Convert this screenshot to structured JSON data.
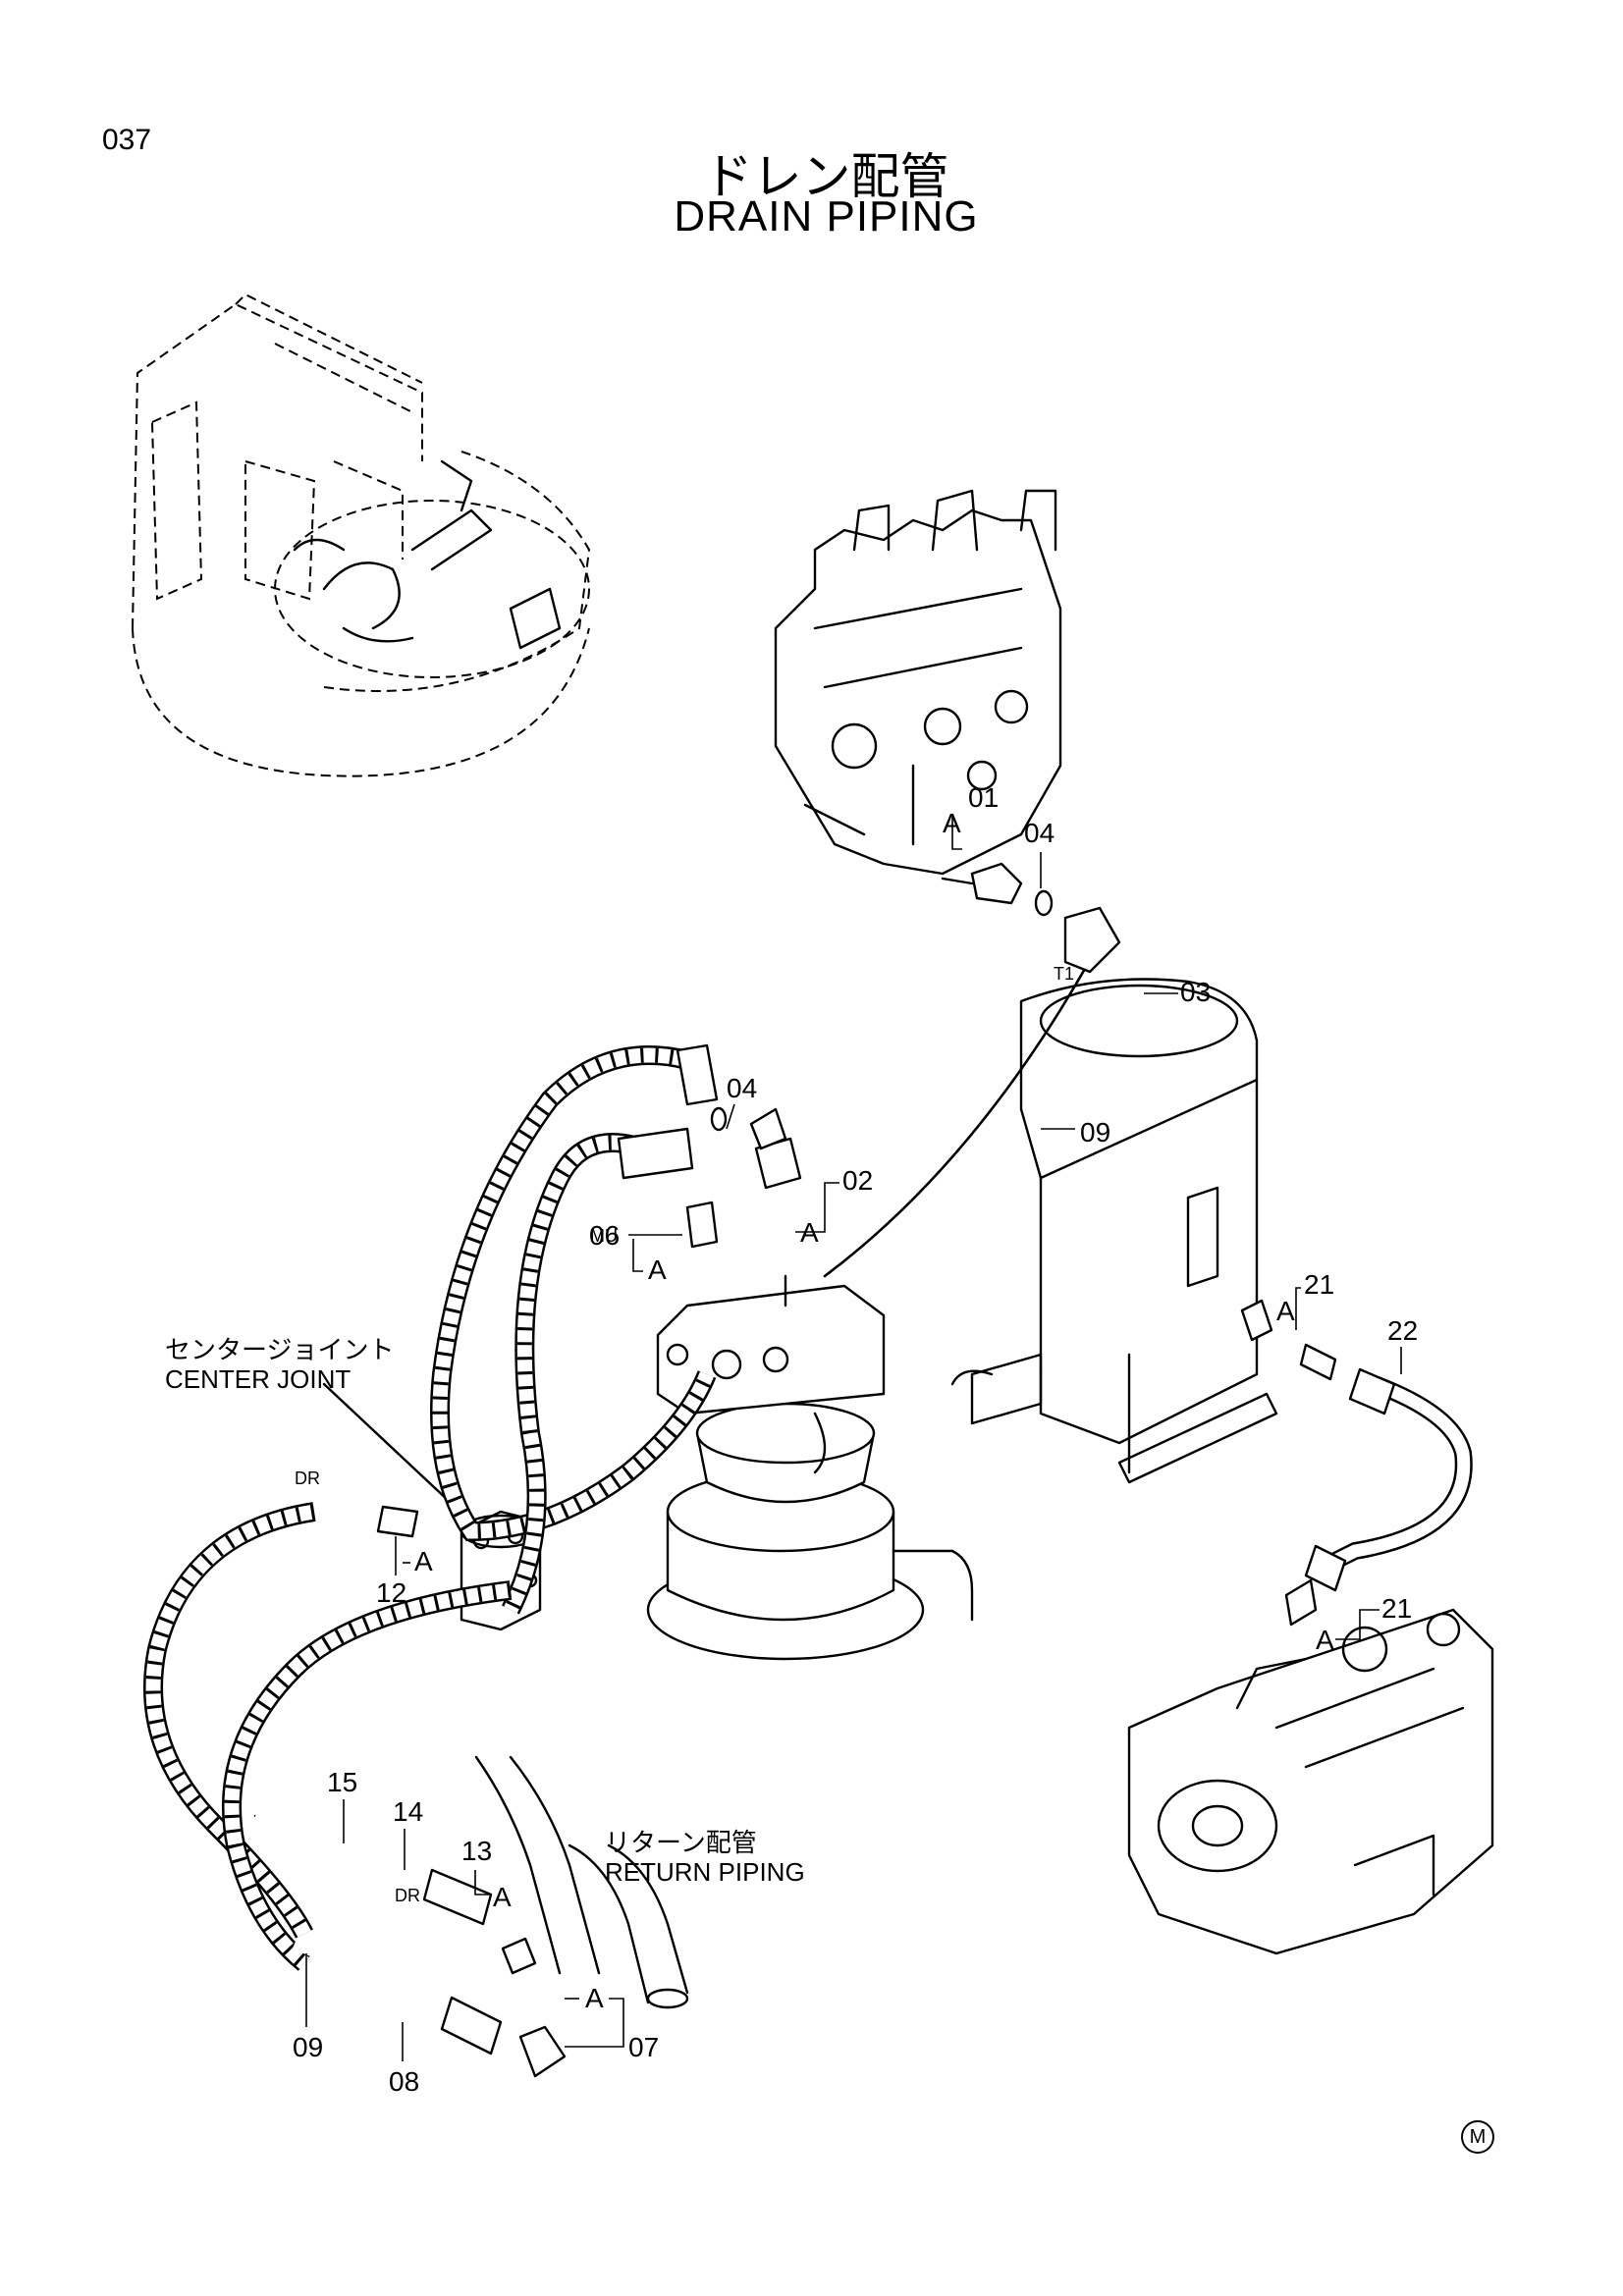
{
  "page_number": "037",
  "title_jp": "ドレン配管",
  "title_en": "DRAIN PIPING",
  "labels": {
    "center_joint_jp": "センタージョイント",
    "center_joint_en": "CENTER JOINT",
    "return_piping_jp": "リターン配管",
    "return_piping_en": "RETURN PIPING"
  },
  "port_marks": {
    "t1": "T1",
    "mu": "MU",
    "dr_top": "DR",
    "dr_bottom": "DR"
  },
  "detail_letter": "A",
  "callouts": {
    "c01": "01",
    "c02": "02",
    "c03": "03",
    "c04_top": "04",
    "c04_mid": "04",
    "c06": "06",
    "c07": "07",
    "c08": "08",
    "c09_right": "09",
    "c09_bottom": "09",
    "c12": "12",
    "c13": "13",
    "c14": "14",
    "c15": "15",
    "c21_top": "21",
    "c21_bottom": "21",
    "c22": "22"
  },
  "footer_mark": "M"
}
